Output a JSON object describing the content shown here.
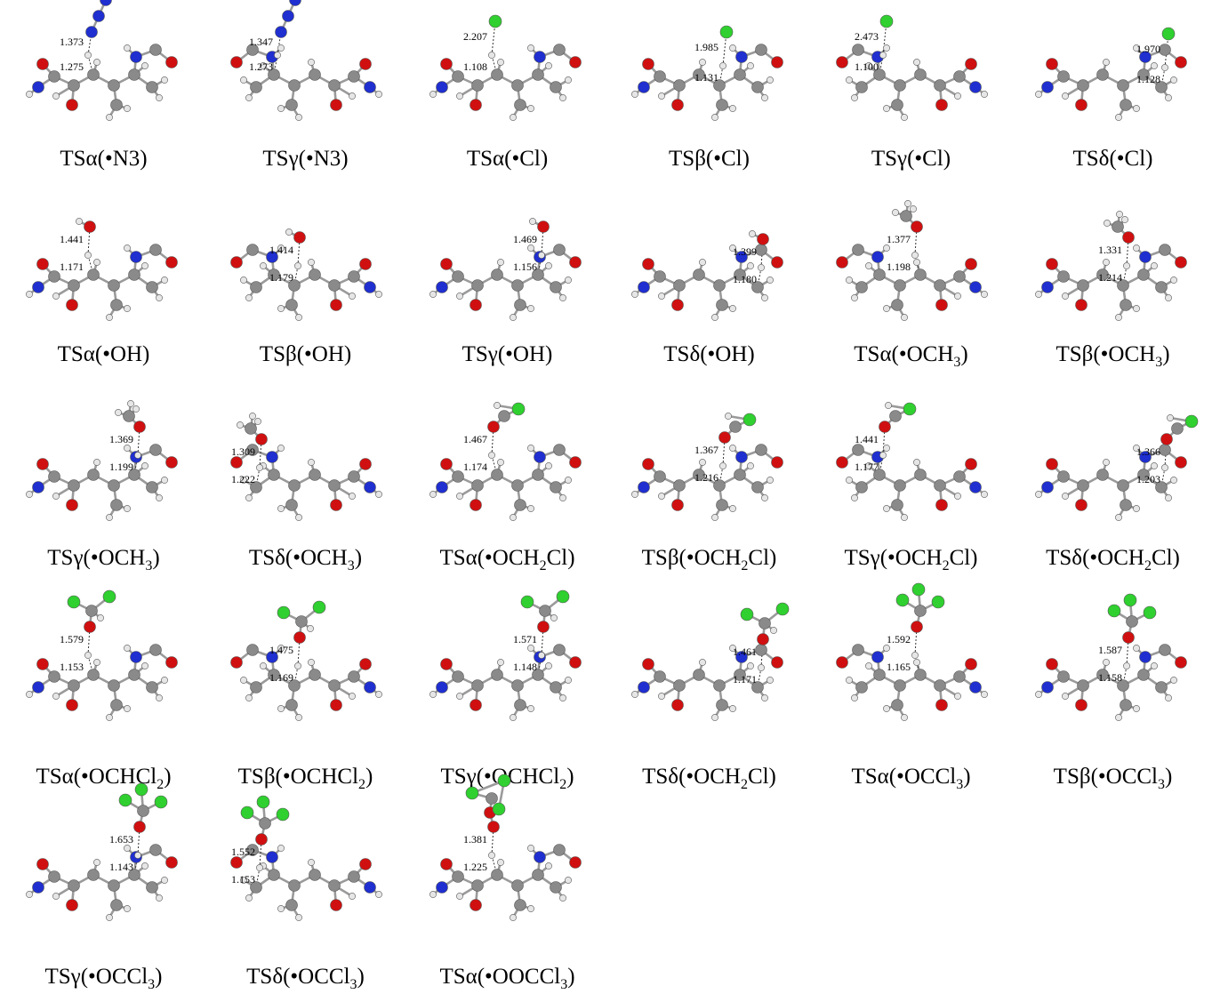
{
  "colors": {
    "carbon": "#8a8a8a",
    "hydrogen": "#e6e6e6",
    "nitrogen": "#1f2fd0",
    "oxygen": "#d01010",
    "chlorine": "#2fd02f",
    "bond": "#9a9a9a"
  },
  "panels": [
    {
      "label": "TSα(•N3)",
      "main": "TSα(•N3)",
      "sub": "",
      "tail": "",
      "radical": "N3",
      "d1": "1.373",
      "d2": "1.275"
    },
    {
      "label": "TSγ(•N3)",
      "main": "TSγ(•N3)",
      "sub": "",
      "tail": "",
      "radical": "N3",
      "d1": "1.347",
      "d2": "1.273"
    },
    {
      "label": "TSα(•Cl)",
      "main": "TSα(•Cl)",
      "sub": "",
      "tail": "",
      "radical": "Cl",
      "d1": "2.207",
      "d2": "1.108"
    },
    {
      "label": "TSβ(•Cl)",
      "main": "TSβ(•Cl)",
      "sub": "",
      "tail": "",
      "radical": "Cl",
      "d1": "1.985",
      "d2": "1.131"
    },
    {
      "label": "TSγ(•Cl)",
      "main": "TSγ(•Cl)",
      "sub": "",
      "tail": "",
      "radical": "Cl",
      "d1": "2.473",
      "d2": "1.100"
    },
    {
      "label": "TSδ(•Cl)",
      "main": "TSδ(•Cl)",
      "sub": "",
      "tail": "",
      "radical": "Cl",
      "d1": "1.970",
      "d2": "1.128"
    },
    {
      "label": "TSα(•OH)",
      "main": "TSα(•OH)",
      "sub": "",
      "tail": "",
      "radical": "OH",
      "d1": "1.441",
      "d2": "1.171"
    },
    {
      "label": "TSβ(•OH)",
      "main": "TSβ(•OH)",
      "sub": "",
      "tail": "",
      "radical": "OH",
      "d1": "1.414",
      "d2": "1.179"
    },
    {
      "label": "TSγ(•OH)",
      "main": "TSγ(•OH)",
      "sub": "",
      "tail": "",
      "radical": "OH",
      "d1": "1.469",
      "d2": "1.156"
    },
    {
      "label": "TSδ(•OH)",
      "main": "TSδ(•OH)",
      "sub": "",
      "tail": "",
      "radical": "OH",
      "d1": "1.399",
      "d2": "1.180"
    },
    {
      "label": "TSα(•OCH3)",
      "main": "TSα(•OCH",
      "sub": "3",
      "tail": ")",
      "radical": "OCH3",
      "d1": "1.377",
      "d2": "1.198"
    },
    {
      "label": "TSβ(•OCH3)",
      "main": "TSβ(•OCH",
      "sub": "3",
      "tail": ")",
      "radical": "OCH3",
      "d1": "1.331",
      "d2": "1.214"
    },
    {
      "label": "TSγ(•OCH3)",
      "main": "TSγ(•OCH",
      "sub": "3",
      "tail": ")",
      "radical": "OCH3",
      "d1": "1.369",
      "d2": "1.199"
    },
    {
      "label": "TSδ(•OCH3)",
      "main": "TSδ(•OCH",
      "sub": "3",
      "tail": ")",
      "radical": "OCH3",
      "d1": "1.309",
      "d2": "1.222"
    },
    {
      "label": "TSα(•OCH2Cl)",
      "main": "TSα(•OCH",
      "sub": "2",
      "tail": "Cl)",
      "radical": "OCH2Cl",
      "d1": "1.467",
      "d2": "1.174"
    },
    {
      "label": "TSβ(•OCH2Cl)",
      "main": "TSβ(•OCH",
      "sub": "2",
      "tail": "Cl)",
      "radical": "OCH2Cl",
      "d1": "1.367",
      "d2": "1.216"
    },
    {
      "label": "TSγ(•OCH2Cl)",
      "main": "TSγ(•OCH",
      "sub": "2",
      "tail": "Cl)",
      "radical": "OCH2Cl",
      "d1": "1.441",
      "d2": "1.177"
    },
    {
      "label": "TSδ(•OCH2Cl)",
      "main": "TSδ(•OCH",
      "sub": "2",
      "tail": "Cl)",
      "radical": "OCH2Cl",
      "d1": "1.366",
      "d2": "1.203"
    },
    {
      "label": "TSα(•OCHCl2)",
      "main": "TSα(•OCHCl",
      "sub": "2",
      "tail": ")",
      "radical": "OCHCl2",
      "d1": "1.579",
      "d2": "1.153"
    },
    {
      "label": "TSβ(•OCHCl2)",
      "main": "TSβ(•OCHCl",
      "sub": "2",
      "tail": ")",
      "radical": "OCHCl2",
      "d1": "1.475",
      "d2": "1.169"
    },
    {
      "label": "TSγ(•OCHCl2)",
      "main": "TSγ(•OCHCl",
      "sub": "2",
      "tail": ")",
      "radical": "OCHCl2",
      "d1": "1.571",
      "d2": "1.148"
    },
    {
      "label": "TSδ(•OCH2Cl)",
      "main": "TSδ(•OCH",
      "sub": "2",
      "tail": "Cl)",
      "radical": "OCHCl2",
      "d1": "1.461",
      "d2": "1.171"
    },
    {
      "label": "TSα(•OCCl3)",
      "main": "TSα(•OCCl",
      "sub": "3",
      "tail": ")",
      "radical": "OCCl3",
      "d1": "1.592",
      "d2": "1.165"
    },
    {
      "label": "TSβ(•OCCl3)",
      "main": "TSβ(•OCCl",
      "sub": "3",
      "tail": ")",
      "radical": "OCCl3",
      "d1": "1.587",
      "d2": "1.158"
    },
    {
      "label": "TSγ(•OCCl3)",
      "main": "TSγ(•OCCl",
      "sub": "3",
      "tail": ")",
      "radical": "OCCl3",
      "d1": "1.653",
      "d2": "1.143"
    },
    {
      "label": "TSδ(•OCCl3)",
      "main": "TSδ(•OCCl",
      "sub": "3",
      "tail": ")",
      "radical": "OCCl3",
      "d1": "1.552",
      "d2": "1.153"
    },
    {
      "label": "TSα(•OOCCl3)",
      "main": "TSα(•OOCCl",
      "sub": "3",
      "tail": ")",
      "radical": "OOCCl3",
      "d1": "1.381",
      "d2": "1.225"
    }
  ]
}
